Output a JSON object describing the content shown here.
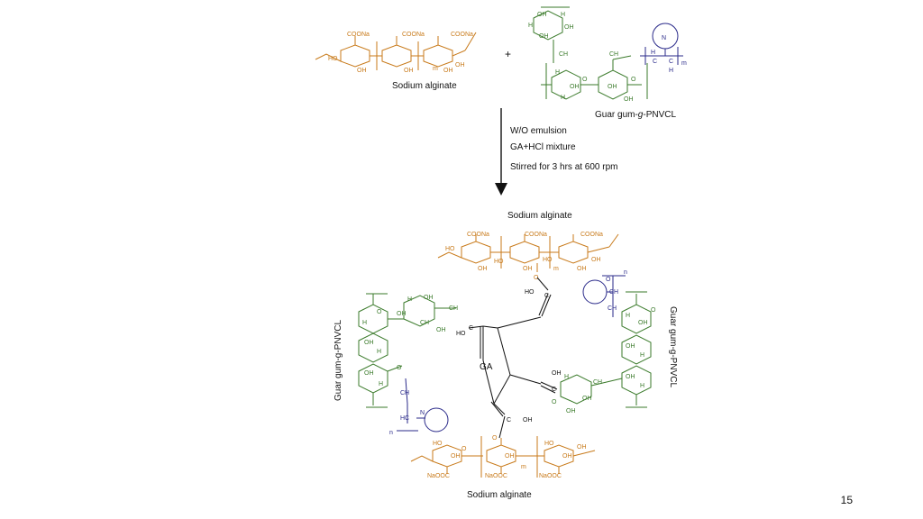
{
  "slide": {
    "page_number": "15"
  },
  "reactants": {
    "alginate_label": "Sodium alginate",
    "plus": "+",
    "guar_label_prefix": "Guar gum-",
    "guar_label_g": "g",
    "guar_label_suffix": "-PNVCL",
    "atoms": {
      "coona": "COONa",
      "ho": "HO",
      "oh": "OH",
      "o": "O",
      "h": "H",
      "m": "m",
      "ch2": "CH",
      "ch2o": "CH",
      "c": "C",
      "n": "N",
      "h2": "H"
    }
  },
  "conditions": {
    "line1": "W/O emulsion",
    "line2": "GA+HCl mixture",
    "line3": "Stirred for 3 hrs  at  600 rpm"
  },
  "product": {
    "alginate_top_label": "Sodium alginate",
    "alginate_bottom_label": "Sodium alginate",
    "guar_left_label": "Guar gum-g-PNVCL",
    "guar_right_label": "Guar gum-g-PNVCL",
    "crosslinker_label": "GA",
    "atoms": {
      "coona": "COONa",
      "naooc": "NaOOC",
      "ho": "HO",
      "oh": "OH",
      "o": "O",
      "c": "C",
      "h": "H",
      "n": "N",
      "ch": "CH",
      "hc": "HC",
      "ch2": "CH",
      "ch2o": "CH",
      "m": "m",
      "n_sub": "n"
    }
  },
  "colors": {
    "alginate": "#c87a1a",
    "guar": "#3a7a2a",
    "pnvcl": "#2a2a8a",
    "crosslink": "#111111"
  }
}
